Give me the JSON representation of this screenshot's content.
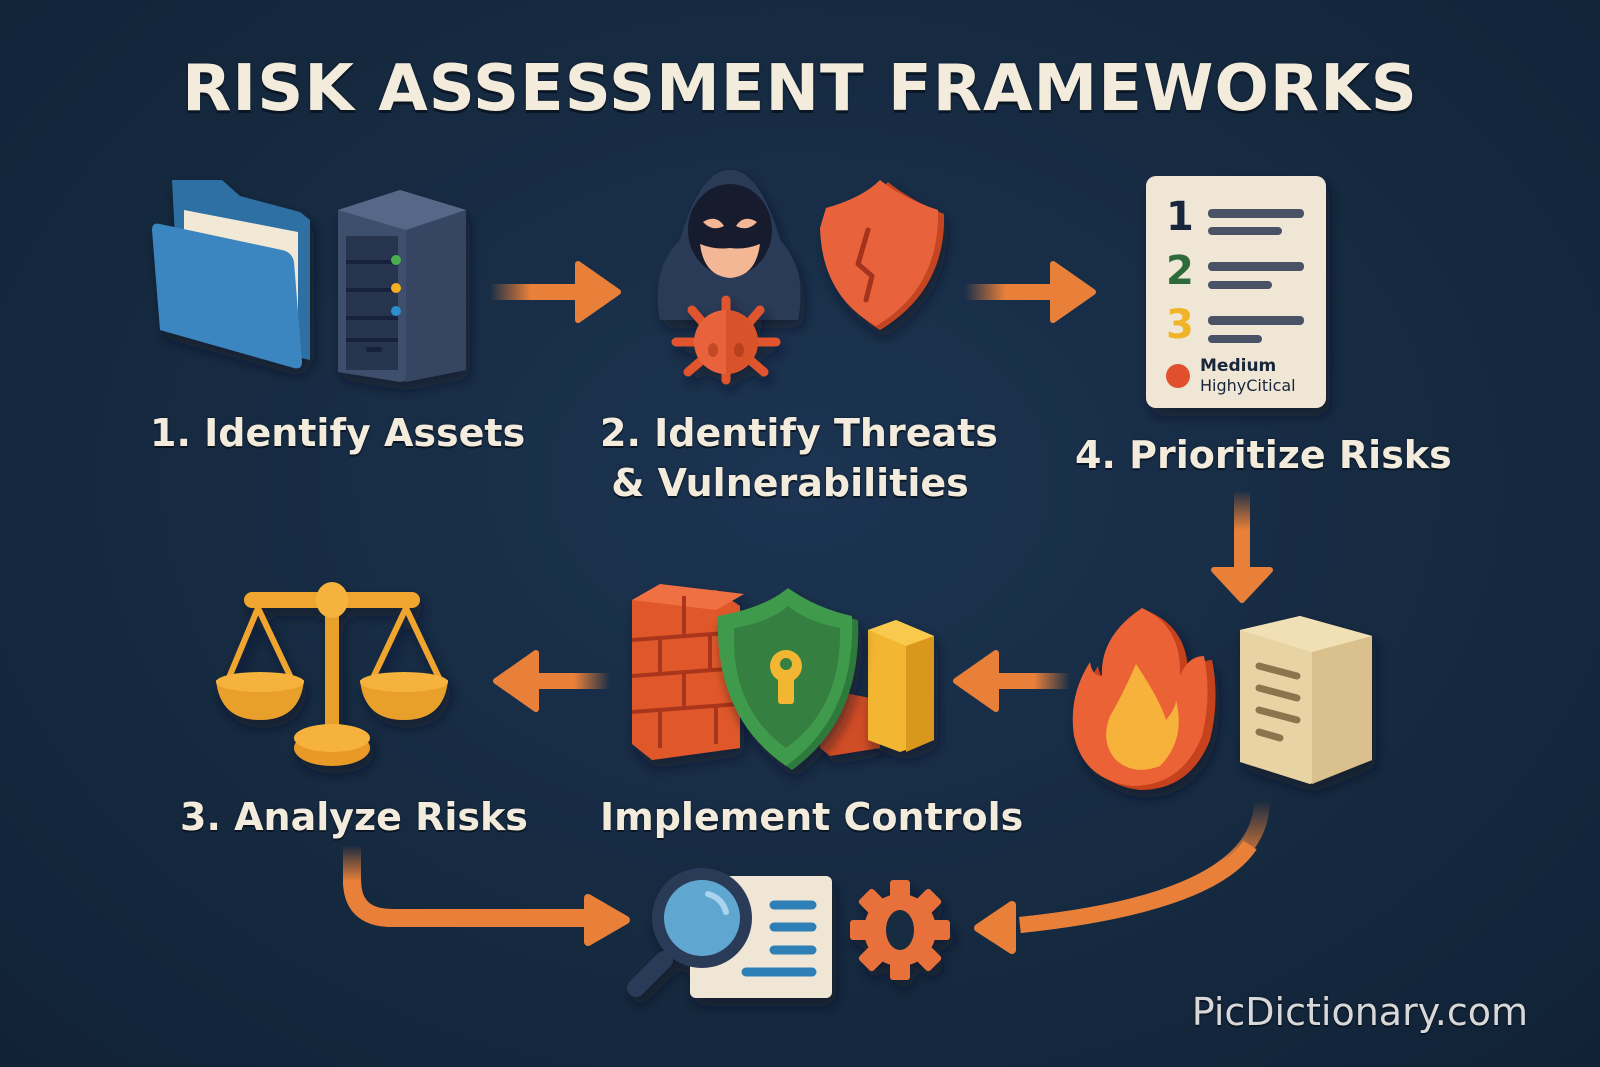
{
  "title": "RISK ASSESSMENT FRAMEWORKS",
  "steps": [
    {
      "id": "identify-assets",
      "label": "1. Identify Assets",
      "icons": [
        "folder-icon",
        "server-icon"
      ]
    },
    {
      "id": "identify-threats",
      "label_line1": "2. Identify Threats",
      "label_line2": "& Vulnerabilities",
      "icons": [
        "hacker-icon",
        "bug-icon",
        "broken-shield-icon"
      ]
    },
    {
      "id": "prioritize-risks",
      "label": "4. Prioritize Risks",
      "icons": [
        "priority-list-icon"
      ]
    },
    {
      "id": "implement-controls",
      "label": "Implement Controls",
      "icons": [
        "brick-wall-icon",
        "lock-shield-icon",
        "gold-bar-icon"
      ]
    },
    {
      "id": "analyze-risks",
      "label": "3. Analyze Risks",
      "icons": [
        "scales-icon"
      ]
    },
    {
      "id": "monitor",
      "icons": [
        "magnifier-document-icon",
        "gear-icon"
      ]
    },
    {
      "id": "risk-register",
      "icons": [
        "fire-icon",
        "document-box-icon"
      ]
    }
  ],
  "priority_list": {
    "numbers": [
      "1",
      "2",
      "3"
    ],
    "number_colors": [
      "#17263a",
      "#2e6b3a",
      "#f0b429"
    ],
    "legend_line1": "Medium",
    "legend_line2": "HighyCitical"
  },
  "colors": {
    "background": "#15293f",
    "arrow": "#e8803a",
    "text": "#f3ecdd"
  },
  "watermark": "PicDictionary.com"
}
